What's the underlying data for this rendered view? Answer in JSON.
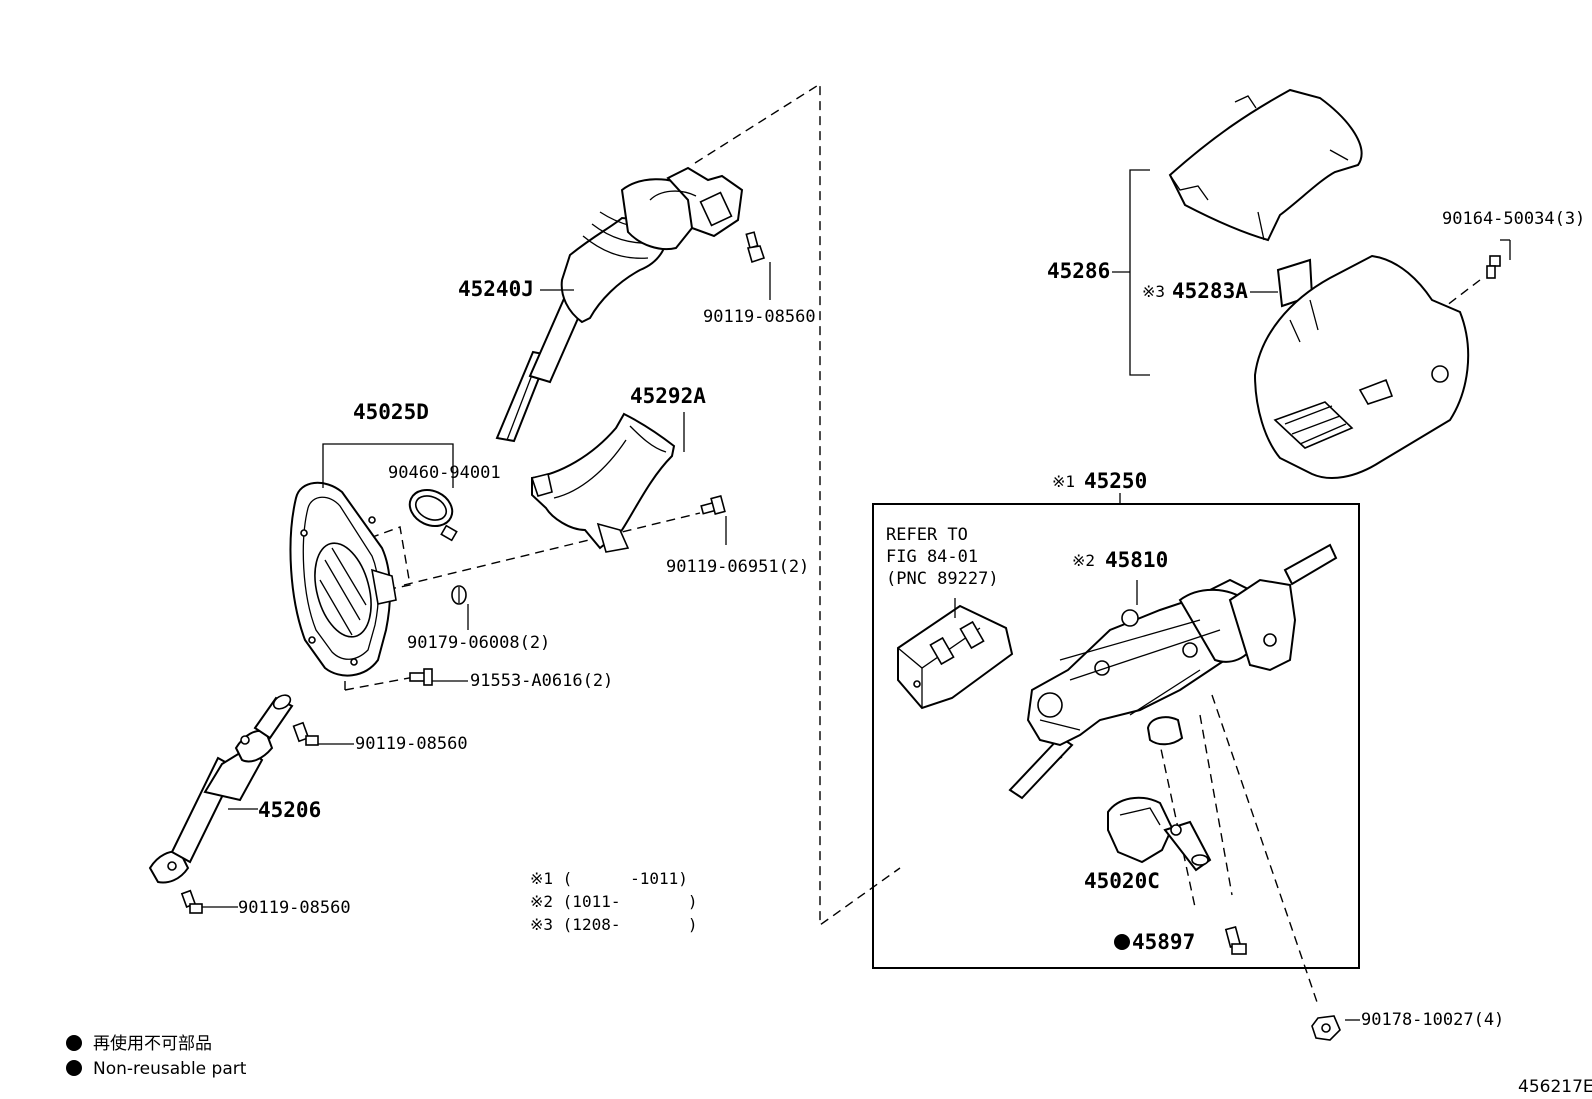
{
  "diagram_id": "456217E",
  "labels": {
    "p45240J": "45240J",
    "p90119_08560_a": "90119-08560",
    "p45025D": "45025D",
    "p90460_94001": "90460-94001",
    "p45292A": "45292A",
    "p90119_06951": "90119-06951(2)",
    "p90179_06008": "90179-06008(2)",
    "p91553_A0616": "91553-A0616(2)",
    "p90119_08560_b": "90119-08560",
    "p45206": "45206",
    "p90119_08560_c": "90119-08560",
    "p45286": "45286",
    "p45283A_mark": "※3",
    "p45283A": "45283A",
    "p90164_50034": "90164-50034(3)",
    "p45250_mark": "※1",
    "p45250": "45250",
    "refer_line1": "REFER TO",
    "refer_line2": "FIG 84-01",
    "refer_line3": "(PNC 89227)",
    "p45810_mark": "※2",
    "p45810": "45810",
    "p45020C": "45020C",
    "p45897": "45897",
    "p90178_10027": "90178-10027(4)"
  },
  "notes": [
    "※1 (      -1011)",
    "※2 (1011-       )",
    "※3 (1208-       )"
  ],
  "legend": {
    "ja": "再使用不可部品",
    "en": "Non-reusable part"
  }
}
